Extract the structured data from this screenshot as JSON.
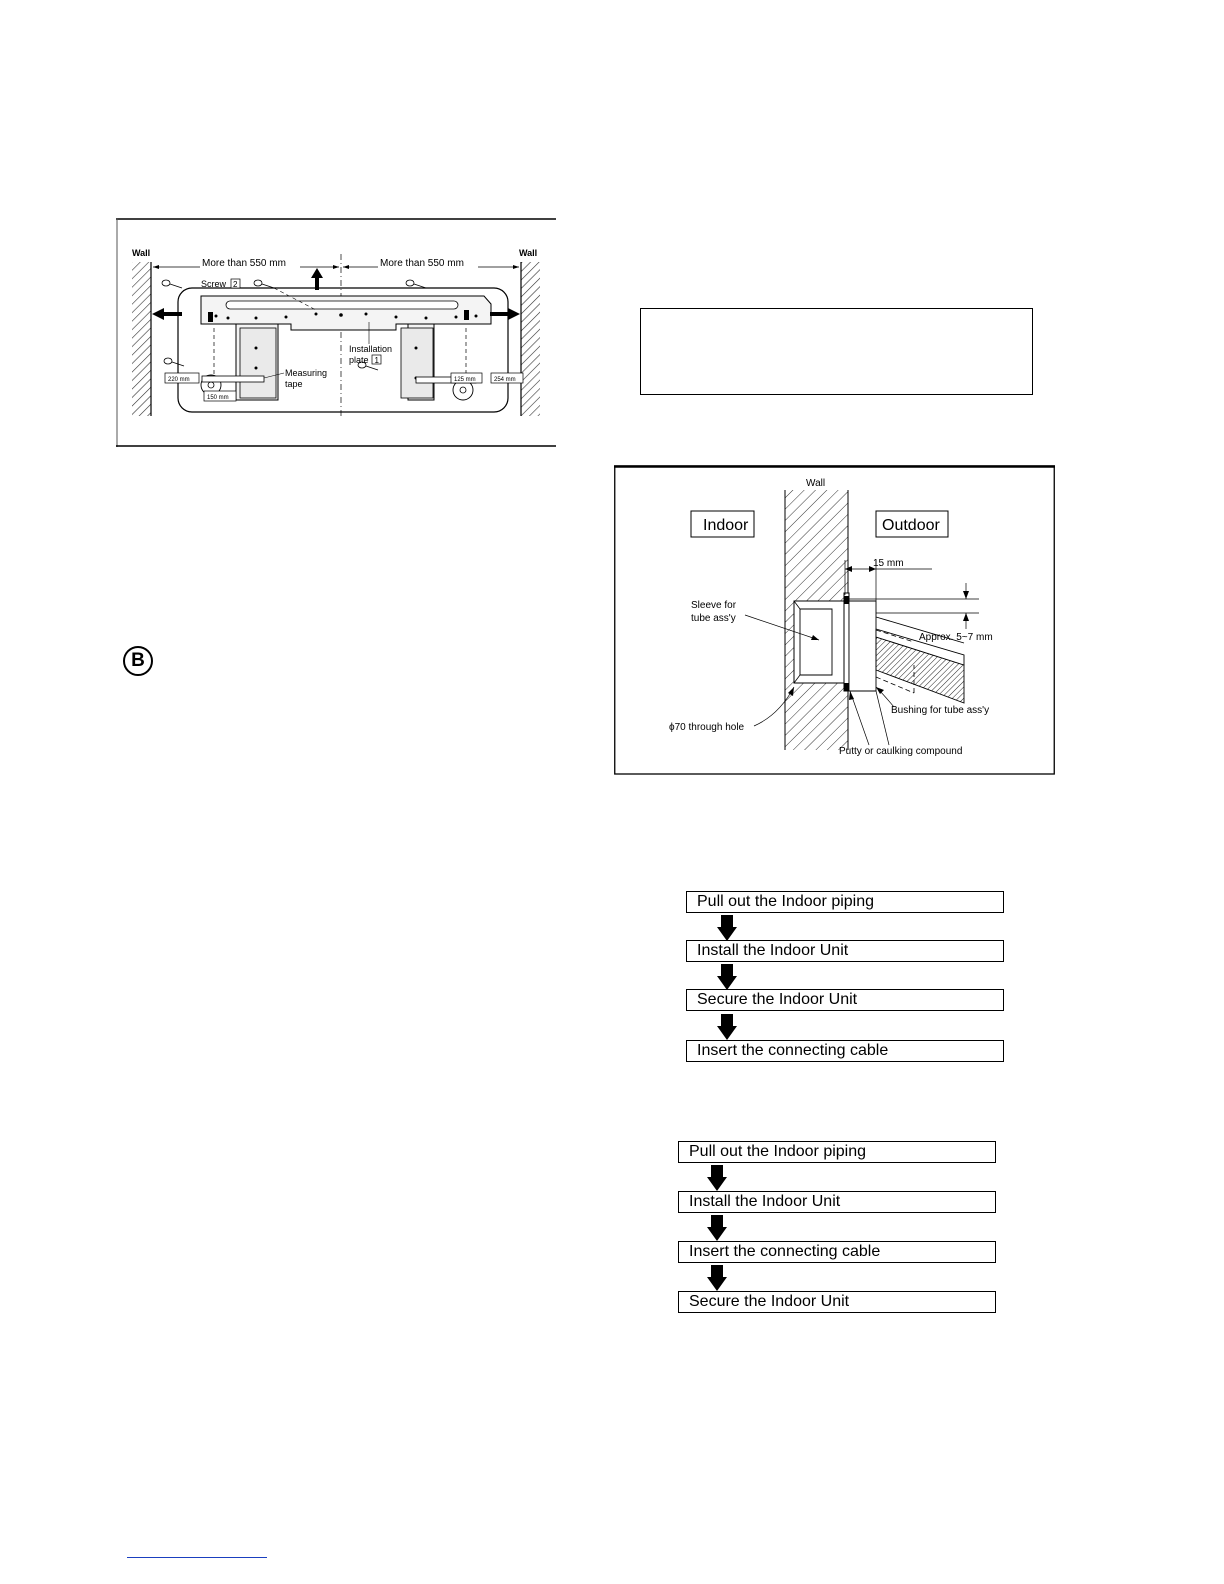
{
  "fig1": {
    "wall_left": "Wall",
    "wall_right": "Wall",
    "dim_left": "More than 550 mm",
    "dim_right": "More than 550 mm",
    "screw_label": "Screw",
    "screw_num": "2",
    "installation_label_1": "Installation",
    "installation_label_2": "plate",
    "plate_num": "1",
    "measuring_1": "Measuring",
    "measuring_2": "tape",
    "dim_220": "220 mm",
    "dim_150": "150 mm",
    "dim_125": "125 mm",
    "dim_254": "254 mm"
  },
  "marker_b": "B",
  "fig2": {
    "wall": "Wall",
    "indoor": "Indoor",
    "outdoor": "Outdoor",
    "dim_15": "15 mm",
    "sleeve_1": "Sleeve for",
    "sleeve_2": "tube ass'y",
    "approx": "Approx. 5~7 mm",
    "bushing": "Bushing for tube ass'y",
    "through_hole": "ϕ70 through hole",
    "putty": "Putty or caulking compound"
  },
  "flow1": [
    "Pull out the Indoor piping",
    "Install the Indoor Unit",
    "Secure the Indoor Unit",
    "Insert the connecting cable"
  ],
  "flow2": [
    "Pull out the Indoor piping",
    "Install the Indoor Unit",
    "Insert the connecting cable",
    "Secure the Indoor Unit"
  ]
}
